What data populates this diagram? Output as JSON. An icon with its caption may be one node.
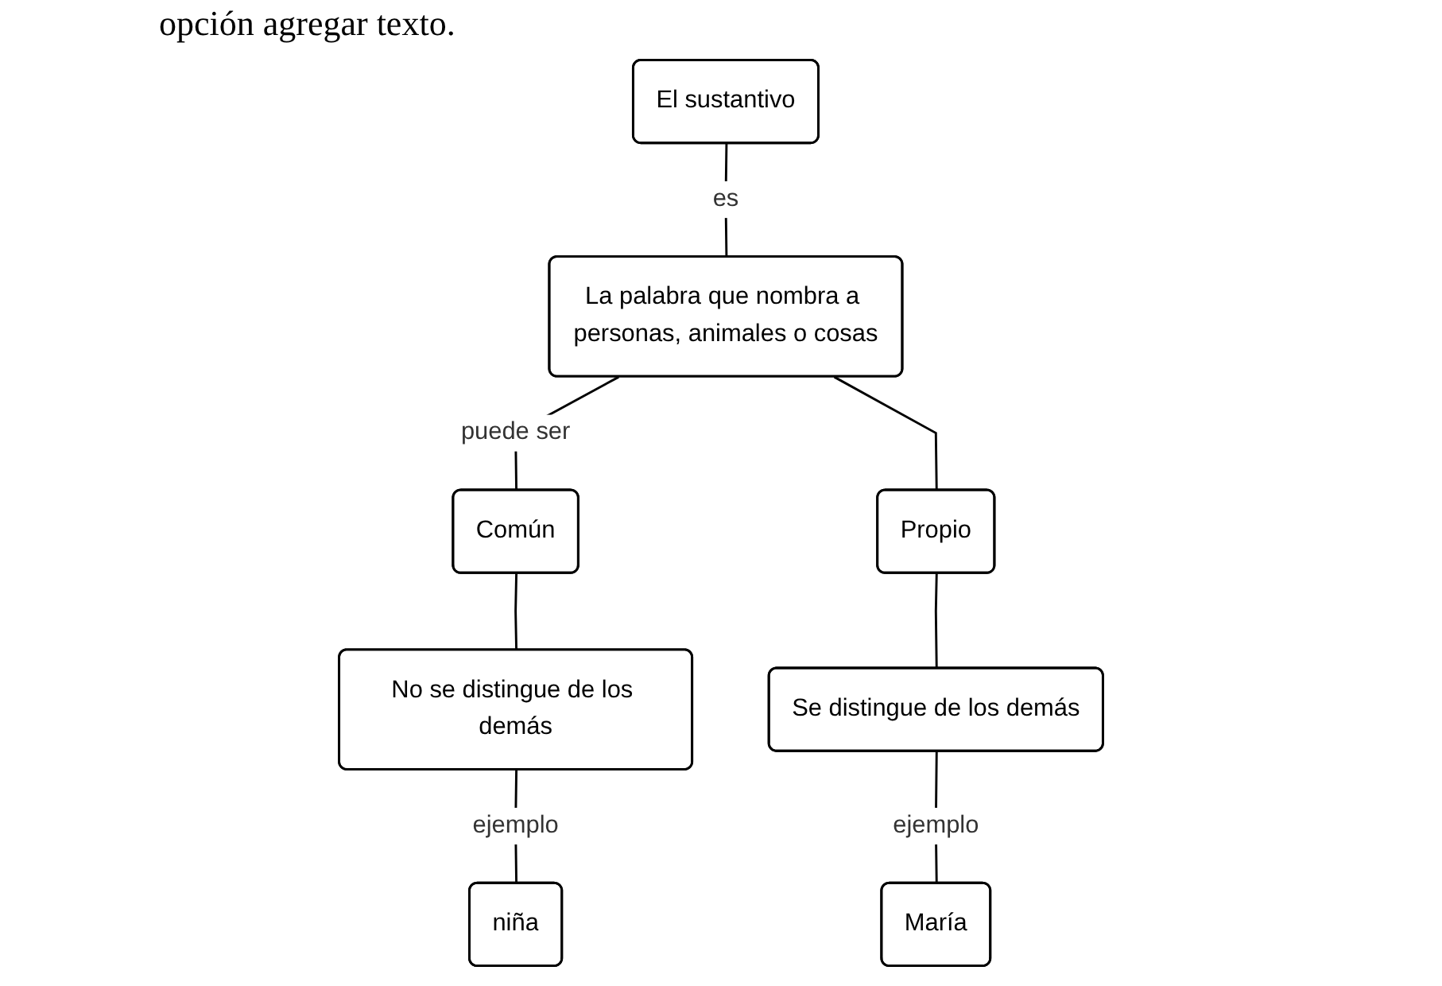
{
  "diagram": {
    "nodes": [
      {
        "text": [
          "El sustantivo"
        ]
      },
      {
        "text": [
          "La palabra que nombra a personas, animales o cosas"
        ]
      },
      {
        "text": [
          "Común"
        ]
      },
      {
        "text": [
          "Propio"
        ]
      },
      {
        "text": [
          "No se distingue de los demás"
        ]
      },
      {
        "text": [
          "Se distingue de los demás"
        ]
      },
      {
        "text": [
          "niña"
        ]
      },
      {
        "text": [
          "María"
        ]
      }
    ],
    "edges": [
      {
        "from": 0,
        "to": 1,
        "arrow": "none",
        "label": "es"
      },
      {
        "from": 1,
        "to": 2,
        "arrow": "none",
        "label": "puede ser"
      },
      {
        "from": 1,
        "to": 3,
        "arrow": "none"
      },
      {
        "from": 2,
        "to": 4,
        "arrow": "none"
      },
      {
        "from": 3,
        "to": 5,
        "arrow": "none"
      },
      {
        "from": 4,
        "to": 6,
        "arrow": "none",
        "label": "ejemplo"
      },
      {
        "from": 5,
        "to": 7,
        "arrow": "none",
        "label": "ejemplo"
      }
    ],
    "labels": [
      "opción agregar texto."
    ]
  }
}
